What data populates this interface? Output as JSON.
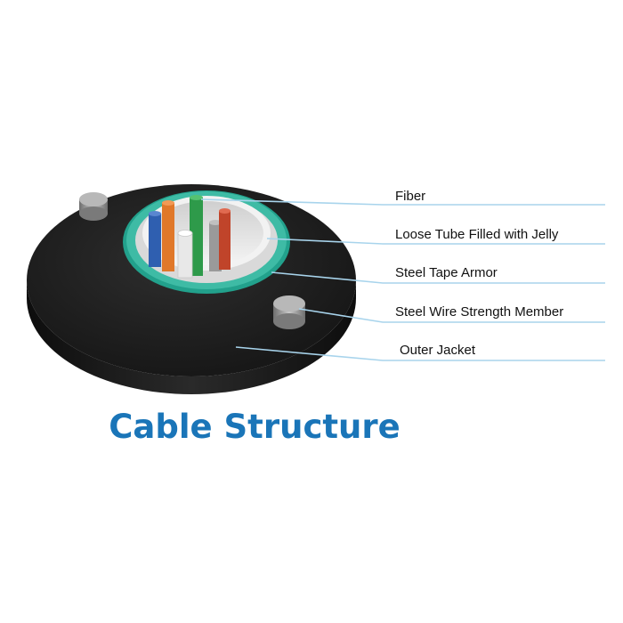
{
  "title": "Cable Structure",
  "labels": {
    "fiber": "Fiber",
    "loose_tube": "Loose Tube Filled with Jelly",
    "steel_tape": "Steel Tape Armor",
    "steel_wire": "Steel Wire Strength Member",
    "outer_jacket": "Outer Jacket"
  },
  "colors": {
    "title": "#1a75b8",
    "leader_line": "#a8d4ec",
    "jacket": "#1c1c1c",
    "armor": "#22a18c",
    "tube": "#e6e6e6",
    "fiber_blue": "#2f5fb0",
    "fiber_orange": "#e0782a",
    "fiber_green": "#2e9a4a",
    "fiber_white": "#e8e8e8",
    "fiber_gray": "#9a9a9a",
    "fiber_red": "#c0442a"
  }
}
